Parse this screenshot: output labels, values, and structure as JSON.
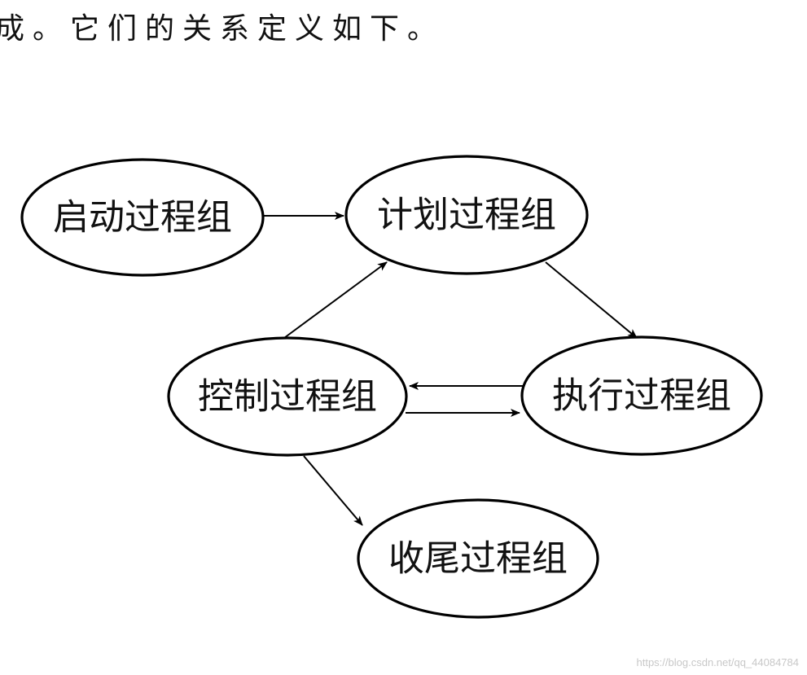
{
  "header_text": "成。它们的关系定义如下。",
  "nodes": {
    "initiating": "启动过程组",
    "planning": "计划过程组",
    "controlling": "控制过程组",
    "executing": "执行过程组",
    "closing": "收尾过程组"
  },
  "edges": [
    {
      "from": "initiating",
      "to": "planning"
    },
    {
      "from": "controlling",
      "to": "planning"
    },
    {
      "from": "planning",
      "to": "executing"
    },
    {
      "from": "executing",
      "to": "controlling"
    },
    {
      "from": "controlling",
      "to": "executing"
    },
    {
      "from": "controlling",
      "to": "closing"
    }
  ],
  "watermark": "https://blog.csdn.net/qq_44084784"
}
